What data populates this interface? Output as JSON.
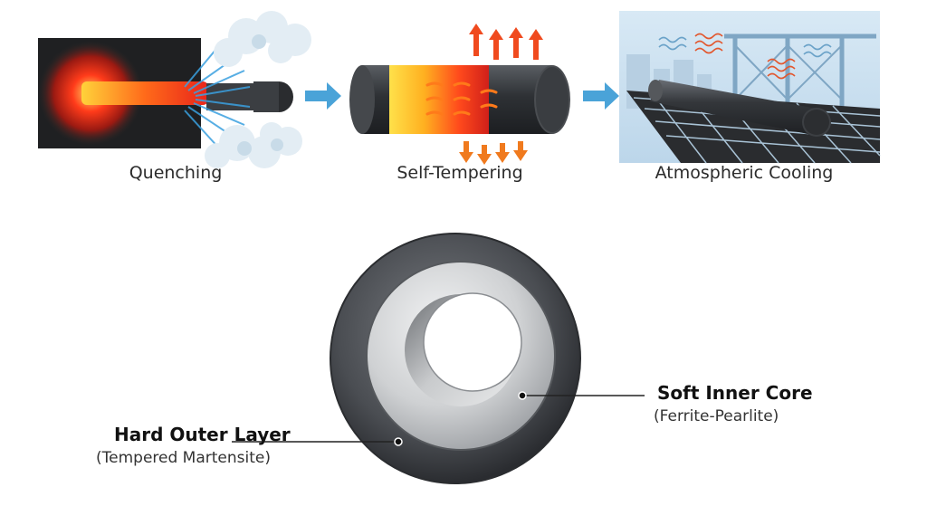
{
  "steps": [
    {
      "label": "Quenching",
      "icon": "quenching-icon"
    },
    {
      "label": "Self-Tempering",
      "icon": "self-tempering-icon"
    },
    {
      "label": "Atmospheric Cooling",
      "icon": "atmospheric-cooling-icon"
    }
  ],
  "cross_section": {
    "outer": {
      "title": "Hard Outer Layer",
      "subtitle": "(Tempered Martensite)"
    },
    "inner": {
      "title": "Soft Inner Core",
      "subtitle": "(Ferrite-Pearlite)"
    }
  },
  "colors": {
    "arrow": "#4aa3d8",
    "hot": "#ff5a1f",
    "steel_dark": "#3a3d42",
    "steel_light": "#c9cbcd"
  }
}
